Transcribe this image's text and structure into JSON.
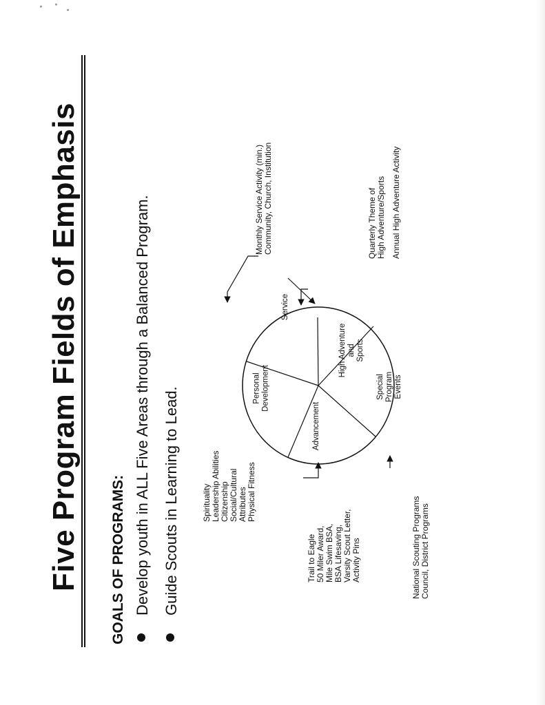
{
  "title": "Five Program Fields of Emphasis",
  "goals": {
    "heading": "GOALS OF PROGRAMS:",
    "items": [
      "Develop youth in ALL Five Areas through a Balanced Program.",
      "Guide Scouts in Learning to Lead."
    ]
  },
  "wheel": {
    "segments": [
      {
        "name": "service",
        "lines": [
          "Service"
        ]
      },
      {
        "name": "high-adventure",
        "lines": [
          "High Adventure",
          "and",
          "Sports"
        ]
      },
      {
        "name": "special-events",
        "lines": [
          "Special",
          "Program",
          "Events"
        ]
      },
      {
        "name": "advancement",
        "lines": [
          "Advancement"
        ]
      },
      {
        "name": "personal-development",
        "lines": [
          "Personal",
          "Development"
        ]
      }
    ]
  },
  "notes": {
    "personal_development": [
      "Spirituality",
      "Leadership Abilities",
      "Citizenship",
      "Social/Cultural",
      "Attributes",
      "Physical Fitness"
    ],
    "advancement": [
      "Trail to Eagle",
      "50 Miler Award,",
      "Mile Swim BSA,",
      "BSA Lifesaving,",
      "Varsity Scout Letter,",
      "Activity Pins"
    ],
    "special_events": [
      "National Scouting Programs",
      "Council, District Programs"
    ],
    "high_adventure": [
      "Quarterly Theme of",
      "High Adventure/Sports",
      "Annual High Adventure Activity"
    ],
    "service": [
      "Monthly Service Activity (min.)",
      "Community, Church, Institution"
    ]
  }
}
